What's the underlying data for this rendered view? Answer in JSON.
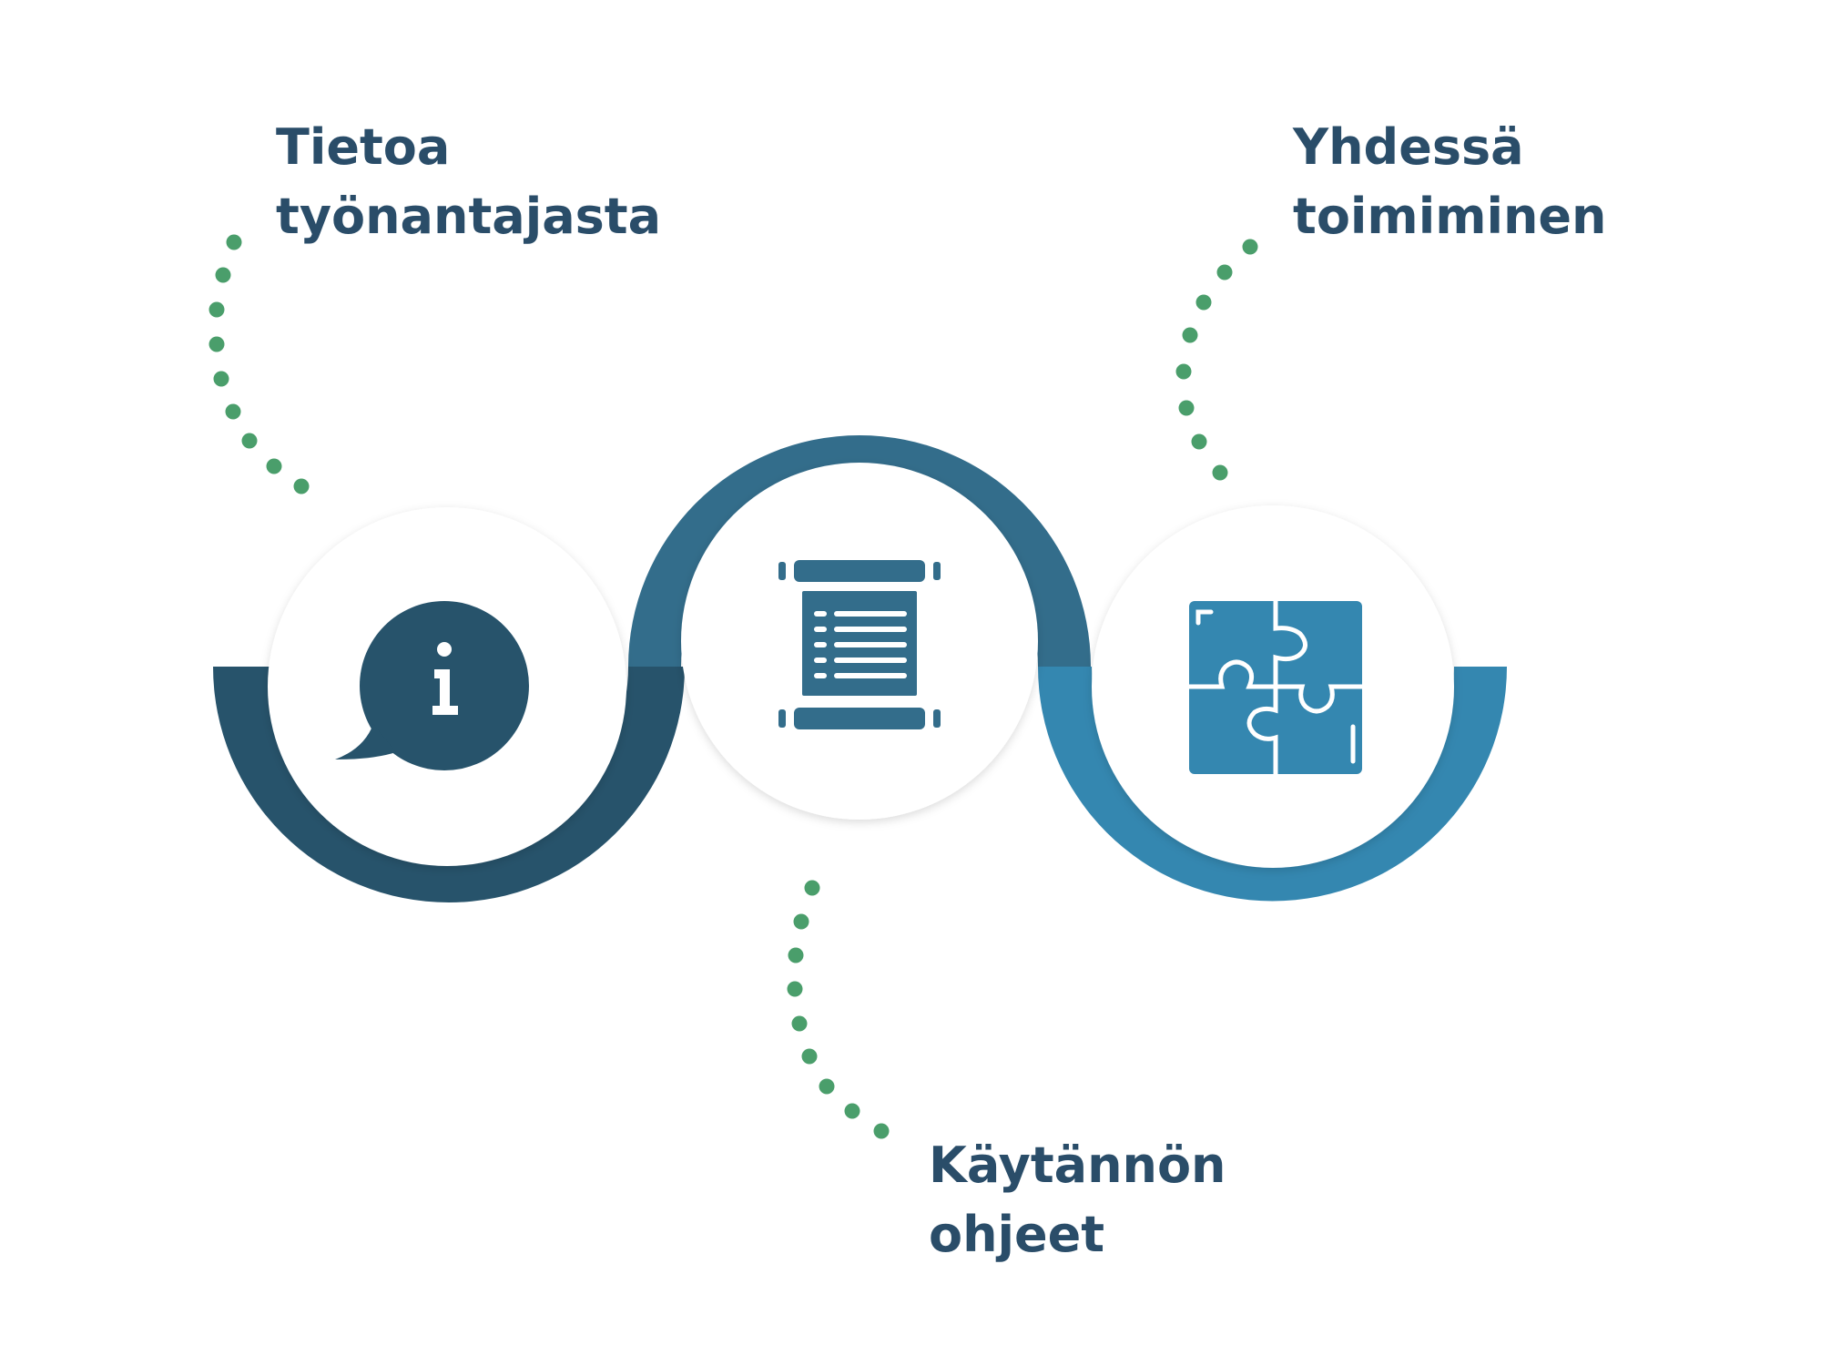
{
  "colors": {
    "track_left": "#27536b",
    "track_mid": "#336d8b",
    "track_right": "#3487b0",
    "icon_dark": "#27536b",
    "icon_mid": "#336d8b",
    "icon_light": "#3487b0",
    "dots": "#4a9e6b",
    "label_text": "#2a4d69",
    "circle_fill": "#ffffff"
  },
  "steps": [
    {
      "icon": "info-speech-bubble-icon",
      "label_lines": [
        "Tietoa",
        "työnantajasta"
      ]
    },
    {
      "icon": "scroll-document-icon",
      "label_lines": [
        "Käytännön",
        "ohjeet"
      ]
    },
    {
      "icon": "puzzle-icon",
      "label_lines": [
        "Yhdessä",
        "toimiminen"
      ]
    }
  ]
}
